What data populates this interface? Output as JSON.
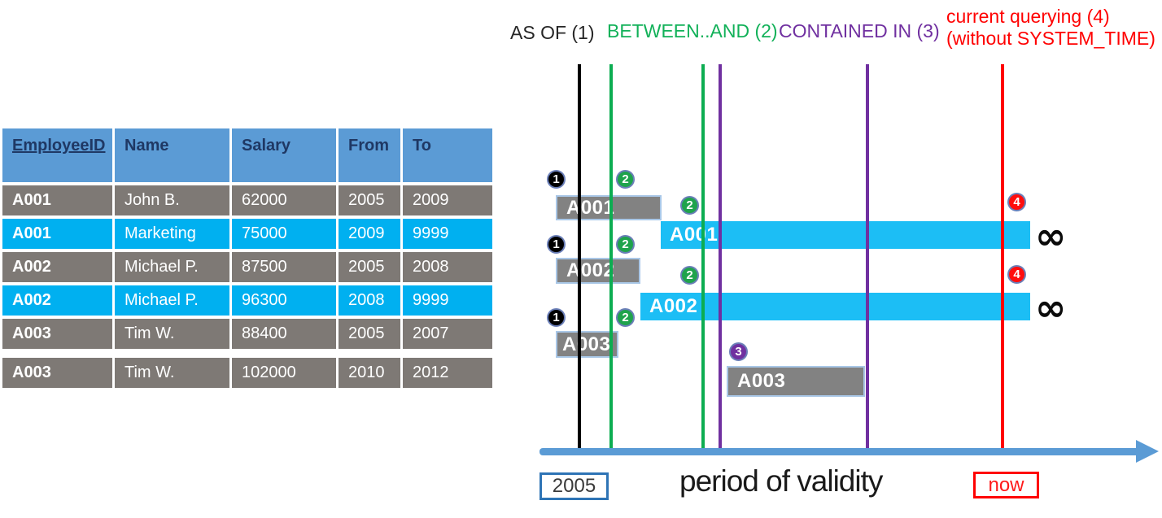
{
  "employee_table": {
    "headers": [
      "EmployeeID",
      "Name",
      "Salary",
      "From",
      "To"
    ],
    "rows": [
      {
        "cells": [
          "A001",
          "John B.",
          "62000",
          "2005",
          "2009"
        ],
        "highlighted": false
      },
      {
        "cells": [
          "A001",
          "Marketing",
          "75000",
          "2009",
          "9999"
        ],
        "highlighted": true
      },
      {
        "cells": [
          "A002",
          "Michael P.",
          "87500",
          "2005",
          "2008"
        ],
        "highlighted": false
      },
      {
        "cells": [
          "A002",
          "Michael P.",
          "96300",
          "2008",
          "9999"
        ],
        "highlighted": true
      },
      {
        "cells": [
          "A003",
          "Tim W.",
          "88400",
          "2005",
          "2007"
        ],
        "highlighted": false
      },
      {
        "cells": [
          "A003",
          "Tim W.",
          "102000",
          "2010",
          "2012"
        ],
        "highlighted": false
      }
    ]
  },
  "legend": {
    "as_of": "AS OF (1)",
    "between_and": "BETWEEN..AND (2)",
    "contained_in": "CONTAINED IN (3)",
    "current_querying": "current querying (4)\n(without SYSTEM_TIME)"
  },
  "timeline": {
    "bars": [
      {
        "label": "A001",
        "kind": "history",
        "from": "2005",
        "to": "2009"
      },
      {
        "label": "A001",
        "kind": "current",
        "from": "2009",
        "to": "infinity"
      },
      {
        "label": "A002",
        "kind": "history",
        "from": "2005",
        "to": "2008"
      },
      {
        "label": "A002",
        "kind": "current",
        "from": "2008",
        "to": "infinity"
      },
      {
        "label": "A003",
        "kind": "history",
        "from": "2005",
        "to": "2007"
      },
      {
        "label": "A003",
        "kind": "history",
        "from": "2010",
        "to": "2012"
      }
    ],
    "badges": [
      "1",
      "2",
      "2",
      "1",
      "2",
      "2",
      "1",
      "2",
      "3",
      "4",
      "4"
    ],
    "infinity_symbol": "∞",
    "start_year": "2005",
    "axis_label": "period of validity",
    "now_label": "now"
  },
  "colors": {
    "table_header_blue": "#5B9BD5",
    "table_header_text": "#1F3864",
    "row_gray": "#7E7975",
    "row_cyan": "#00B0F0",
    "bar_gray": "#828282",
    "bar_cyan": "#1CBEF5",
    "line_black": "#000000",
    "line_green": "#0CAD51",
    "line_purple": "#7030A0",
    "line_red": "#FF0000",
    "timeline_blue": "#5B9BD5",
    "year_box_border": "#2E74B5"
  }
}
